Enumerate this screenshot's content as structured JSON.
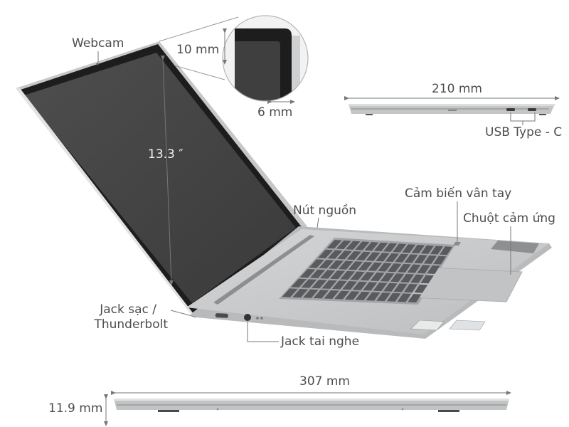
{
  "labels": {
    "webcam": "Webcam",
    "bezel_top": "10 mm",
    "bezel_side": "6 mm",
    "width_side": "210 mm",
    "usb": "USB Type - C",
    "screen_size": "13.3 ″",
    "fingerprint": "Cảm biến vân tay",
    "power_button": "Nút nguồn",
    "touchpad": "Chuột cảm ứng",
    "charging_jack": "Jack sạc /",
    "thunderbolt": "Thunderbolt",
    "headphone_jack": "Jack tai nghe",
    "length": "307 mm",
    "thickness": "11.9 mm"
  },
  "colors": {
    "body_silver": "#c9cacb",
    "body_shadow": "#a9aaab",
    "screen": "#454545",
    "bezel": "#1b1b1b",
    "keys": "#5a5b5e",
    "leader": "#8a8a8a"
  }
}
